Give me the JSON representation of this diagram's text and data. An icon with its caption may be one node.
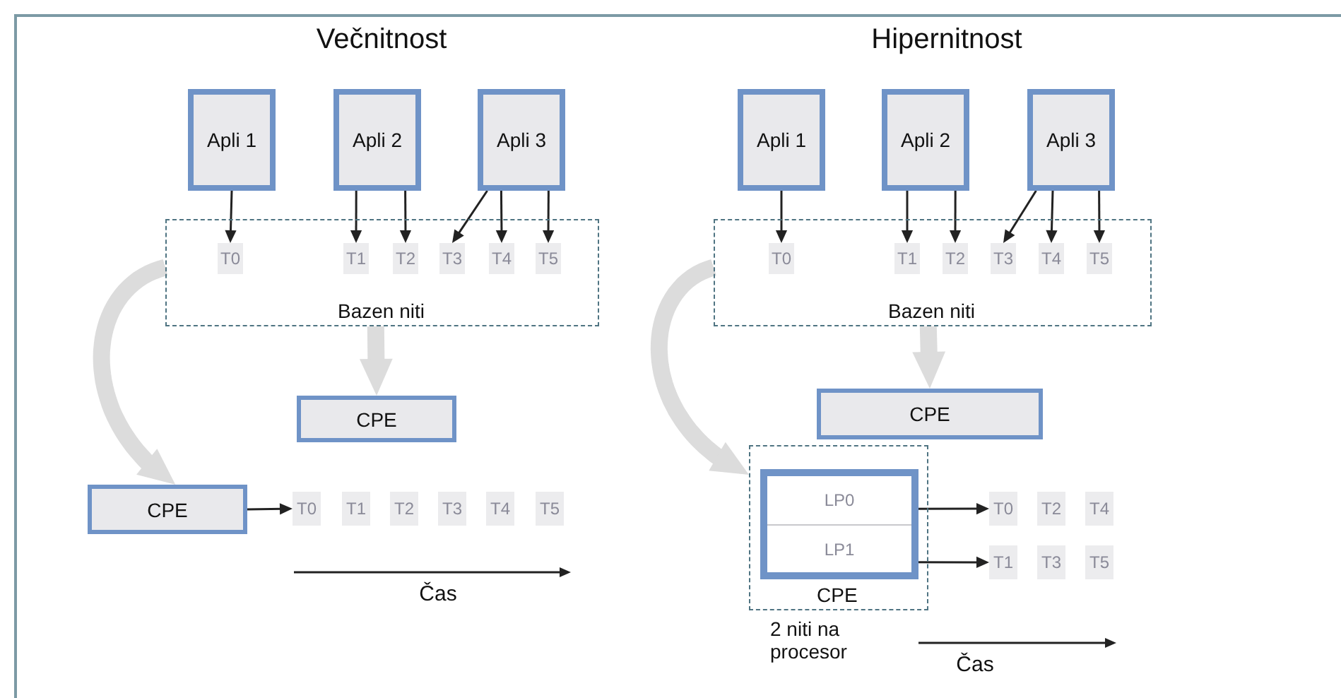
{
  "diagram": {
    "nodes": [
      {
        "text": [
          "Apli 1"
        ]
      },
      {
        "text": [
          "Apli 2"
        ]
      },
      {
        "text": [
          "Apli 3"
        ]
      },
      {
        "text": [
          "Bazen niti"
        ]
      },
      {
        "text": [
          "T0"
        ],
        "in": 3
      },
      {
        "text": [
          "T1"
        ],
        "in": 3
      },
      {
        "text": [
          "T2"
        ],
        "in": 3
      },
      {
        "text": [
          "T3"
        ],
        "in": 3
      },
      {
        "text": [
          "T4"
        ],
        "in": 3
      },
      {
        "text": [
          "T5"
        ],
        "in": 3
      },
      {
        "text": [
          "CPE"
        ]
      },
      {
        "text": [
          "CPE"
        ]
      },
      {
        "text": [
          "T0"
        ]
      },
      {
        "text": [
          "T1"
        ]
      },
      {
        "text": [
          "T2"
        ]
      },
      {
        "text": [
          "T3"
        ]
      },
      {
        "text": [
          "T4"
        ]
      },
      {
        "text": [
          "T5"
        ]
      },
      {
        "text": [
          "Apli 1"
        ]
      },
      {
        "text": [
          "Apli 2"
        ]
      },
      {
        "text": [
          "Apli 3"
        ]
      },
      {
        "text": [
          "Bazen niti"
        ]
      },
      {
        "text": [
          "T0"
        ],
        "in": 21
      },
      {
        "text": [
          "T1"
        ],
        "in": 21
      },
      {
        "text": [
          "T2"
        ],
        "in": 21
      },
      {
        "text": [
          "T3"
        ],
        "in": 21
      },
      {
        "text": [
          "T4"
        ],
        "in": 21
      },
      {
        "text": [
          "T5"
        ],
        "in": 21
      },
      {
        "text": [
          "CPE"
        ]
      },
      {
        "text": [
          "CPE"
        ]
      },
      {
        "text": [],
        "shape": "box",
        "in": 29
      },
      {
        "text": [
          "LP0"
        ],
        "in": 30
      },
      {
        "text": [
          "LP1"
        ],
        "in": 30
      },
      {
        "text": [
          "T0"
        ]
      },
      {
        "text": [
          "T2"
        ]
      },
      {
        "text": [
          "T4"
        ]
      },
      {
        "text": [
          "T1"
        ]
      },
      {
        "text": [
          "T3"
        ]
      },
      {
        "text": [
          "T5"
        ]
      }
    ],
    "edges": [
      {
        "from": 0,
        "to": 4,
        "arrow": "to"
      },
      {
        "from": 1,
        "to": 5,
        "arrow": "to"
      },
      {
        "from": 1,
        "to": 6,
        "arrow": "to"
      },
      {
        "from": 2,
        "to": 7,
        "arrow": "to"
      },
      {
        "from": 2,
        "to": 8,
        "arrow": "to"
      },
      {
        "from": 2,
        "to": 9,
        "arrow": "to"
      },
      {
        "from": 3,
        "to": 10,
        "arrow": "to",
        "style": "thick",
        "color": "#dcdcdc"
      },
      {
        "from": 3,
        "to": 11,
        "arrow": "to",
        "style": "thick",
        "color": "#dcdcdc"
      },
      {
        "from": 11,
        "to": 12,
        "arrow": "to"
      },
      {
        "from": 18,
        "to": 22,
        "arrow": "to"
      },
      {
        "from": 19,
        "to": 23,
        "arrow": "to"
      },
      {
        "from": 19,
        "to": 24,
        "arrow": "to"
      },
      {
        "from": 20,
        "to": 25,
        "arrow": "to"
      },
      {
        "from": 20,
        "to": 26,
        "arrow": "to"
      },
      {
        "from": 20,
        "to": 27,
        "arrow": "to"
      },
      {
        "from": 21,
        "to": 28,
        "arrow": "to",
        "style": "thick",
        "color": "#dcdcdc"
      },
      {
        "from": 21,
        "to": 29,
        "arrow": "to",
        "style": "thick",
        "color": "#dcdcdc"
      },
      {
        "from": 31,
        "to": 33,
        "arrow": "to"
      },
      {
        "from": 32,
        "to": 36,
        "arrow": "to"
      }
    ],
    "labels": [
      "Večnitnost",
      "Hipernitnost",
      "Čas",
      "2 niti na procesor",
      "Čas"
    ]
  }
}
